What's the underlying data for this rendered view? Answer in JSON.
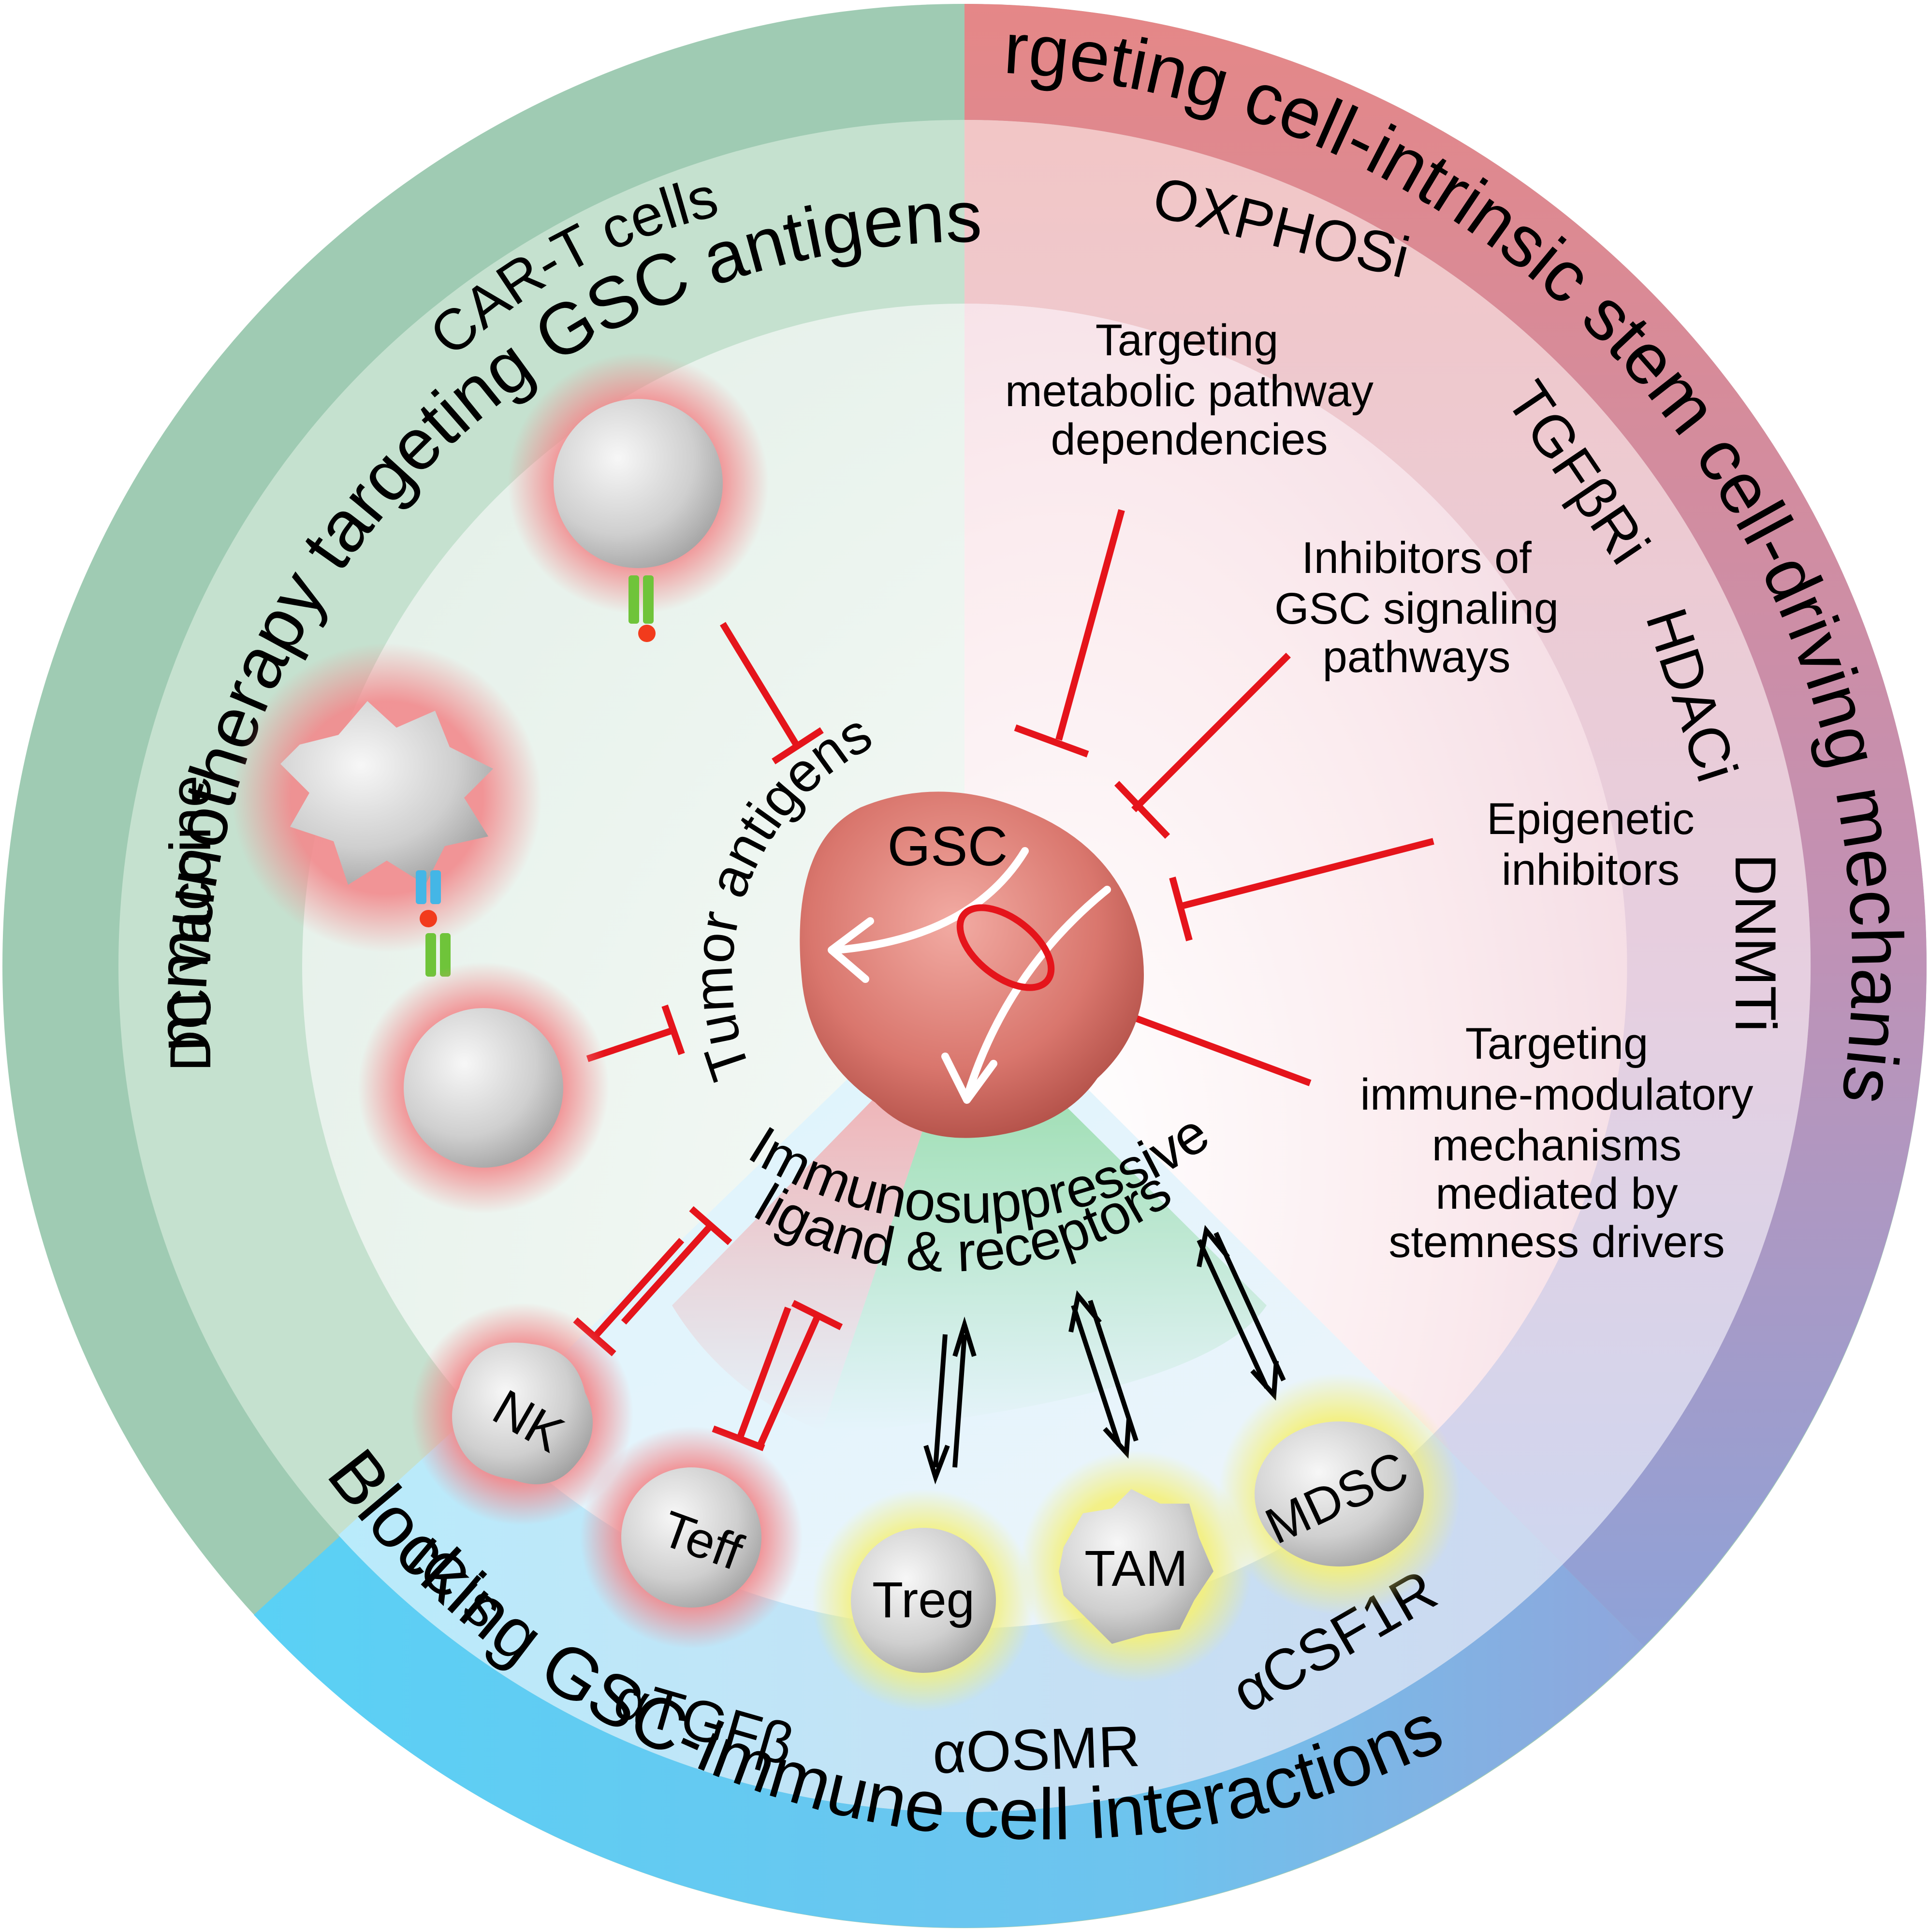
{
  "sections": {
    "top_left": "Immunotherapy targeting GSC antigens",
    "top_right": "Targeting cell-intrinsic stem cell-driving mechanisms",
    "bottom": "Blocking GSC-immune cell interactions"
  },
  "therapies": {
    "car_t": "CAR-T cells",
    "dc_vaccine": "DC vaccine",
    "oxphosi": "OXPHOSi",
    "tgfbri": "TGFβRi",
    "hdaci": "HDACi",
    "dnmti": "DNMTi",
    "icis": "ICIs",
    "atgfb": "αTGFβ",
    "aosmr": "αOSMR",
    "acsf1r": "αCSF1R"
  },
  "mechanisms": {
    "metabolic": [
      "Targeting",
      "metabolic pathway",
      "dependencies"
    ],
    "signaling": [
      "Inhibitors of",
      "GSC signaling",
      "pathways"
    ],
    "epigenetic": [
      "Epigenetic",
      "inhibitors"
    ],
    "immune_modulatory": [
      "Targeting",
      "immune-modulatory",
      "mechanisms",
      "mediated by",
      "stemness drivers"
    ]
  },
  "center": {
    "gsc": "GSC",
    "tumor_antigens": "Tumor antigens",
    "immunosuppressive": [
      "Immunosuppressive",
      "ligand & receptors"
    ]
  },
  "cells": {
    "nk": "NK",
    "teff": "Teff",
    "treg": "Treg",
    "tam": "TAM",
    "mdsc": "MDSC"
  },
  "colors": {
    "green_ring": "#9fcbb3",
    "red_ring": "#e48a8c",
    "purple_ring": "#a89cc8",
    "blue_ring": "#5fcdf0",
    "inhibit_red": "#e5141b",
    "gsc_fill": "#d9766d"
  }
}
